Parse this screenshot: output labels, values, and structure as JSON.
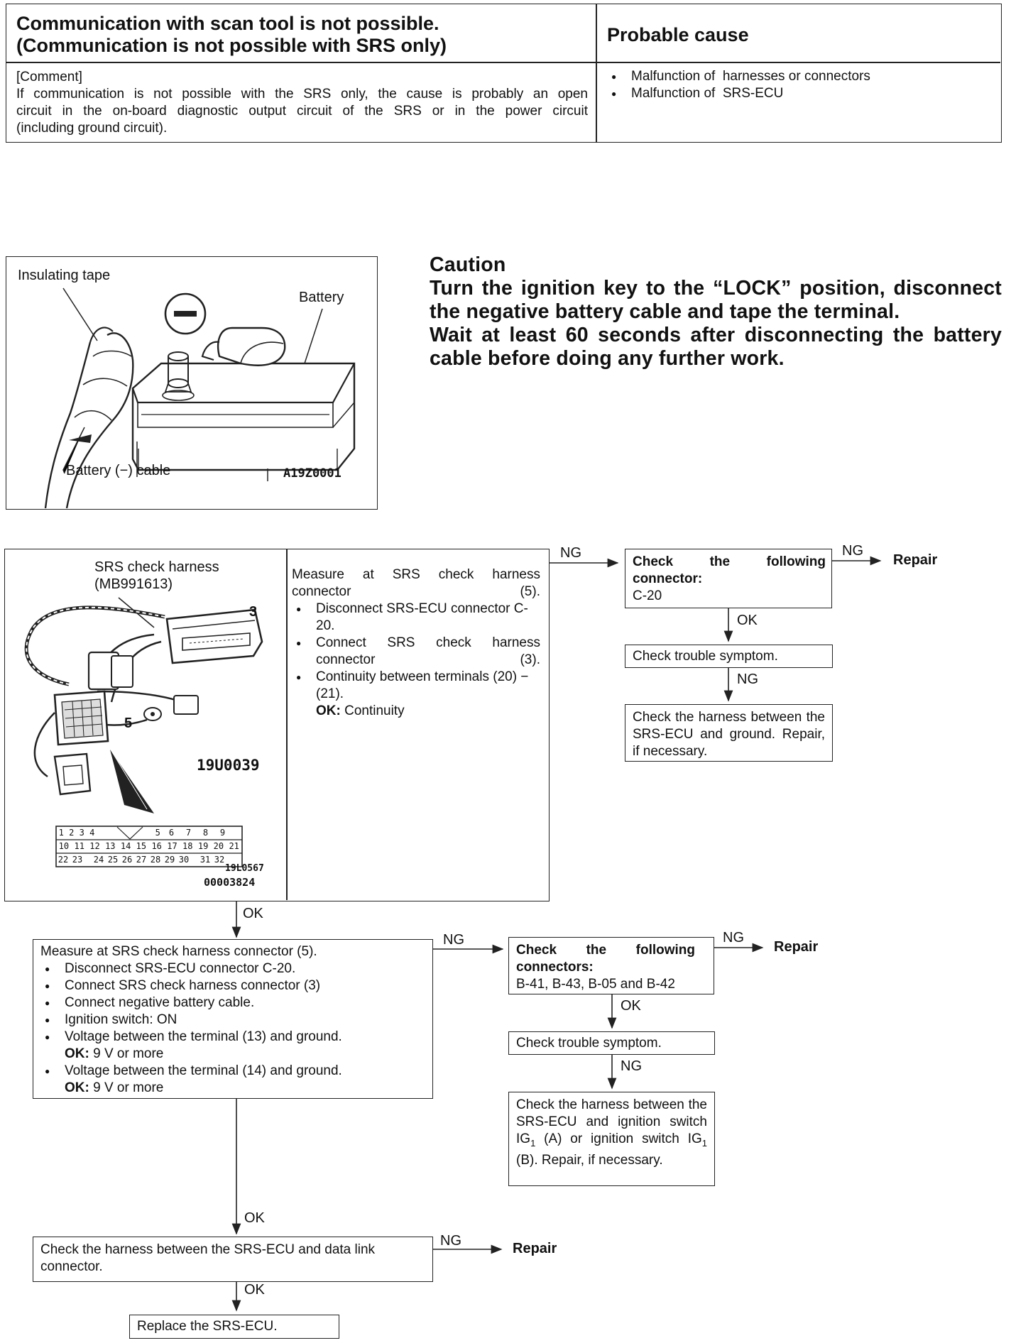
{
  "header_table": {
    "title_lines": [
      "Communication with scan tool is not possible.",
      "(Communication is not possible with SRS only)"
    ],
    "probable_cause_header": "Probable cause",
    "comment_label": "[Comment]",
    "comment_lines": [
      "If communication is not possible with the SRS only, the cause is probably an open",
      "circuit in the on-board diagnostic output circuit of the SRS or in the power circuit",
      "(including ground circuit)."
    ],
    "causes": [
      "Malfunction of  harnesses or connectors",
      "Malfunction of  SRS-ECU"
    ]
  },
  "battery_figure": {
    "insulating_tape": "Insulating tape",
    "battery": "Battery",
    "cable": "Battery (−) cable",
    "code": "A19Z0001"
  },
  "caution": {
    "title": "Caution",
    "lines": [
      "Turn the ignition key to the “LOCK” position, disconnect",
      "the negative battery cable and tape the terminal.",
      "Wait at least 60 seconds after disconnecting the battery",
      "cable before doing any further work."
    ]
  },
  "harness_figure": {
    "name": "SRS check harness",
    "part": "(MB991613)",
    "conn3": "3",
    "conn5": "5",
    "code1": "19U0039",
    "code2": "19L0567",
    "code3": "00003824",
    "pins_row1": [
      "1",
      "2",
      "3",
      "4",
      "",
      "5",
      "6",
      "7",
      "8",
      "9"
    ],
    "pins_row2": [
      "10",
      "11",
      "12",
      "13",
      "14",
      "15",
      "16",
      "17",
      "18",
      "19",
      "20",
      "21"
    ],
    "pins_row3": [
      "22",
      "23",
      "",
      "24",
      "25",
      "26",
      "27",
      "28",
      "29",
      "30",
      "",
      "31",
      "32"
    ]
  },
  "step1": {
    "intro": "Measure at SRS check harness connector (5).",
    "bullets": [
      "Disconnect SRS-ECU connector C-20.",
      "Connect SRS check harness connector (3).",
      "Continuity between terminals (20) − (21)."
    ],
    "ok_label": "OK:",
    "ok_value": "Continuity"
  },
  "branch1": {
    "ng1": "NG",
    "check_title": "Check the following connector:",
    "connector": "C-20",
    "ng2": "NG",
    "repair": "Repair",
    "ok": "OK",
    "symptom": "Check trouble symptom.",
    "ng3": "NG",
    "harness": "Check the harness between the SRS-ECU and ground. Repair, if necessary."
  },
  "ok_after_step1": "OK",
  "step2": {
    "intro": "Measure at SRS check harness connector (5).",
    "bullets": [
      "Disconnect SRS-ECU connector C-20.",
      "Connect SRS check harness connector (3)",
      "Connect negative battery cable.",
      "Ignition switch: ON",
      "Voltage between the terminal (13) and ground.",
      "Voltage between the terminal (14) and ground."
    ],
    "ok_label": "OK:",
    "ok_value": "9 V or more"
  },
  "branch2": {
    "ng1": "NG",
    "check_title": "Check the following connectors:",
    "connectors": "B-41, B-43, B-05 and B-42",
    "ng2": "NG",
    "repair": "Repair",
    "ok": "OK",
    "symptom": "Check trouble symptom.",
    "ng3": "NG",
    "harness_a": "Check the harness between the SRS-ECU and ignition switch IG",
    "sub1": "1",
    "harness_b": " (A) or ignition switch IG",
    "sub2": "1",
    "harness_c": " (B). Repair, if necessary."
  },
  "ok_after_step2": "OK",
  "step3": {
    "text": "Check the harness between the SRS-ECU and data link connector.",
    "ng": "NG",
    "repair": "Repair"
  },
  "ok_after_step3": "OK",
  "step4": "Replace the SRS-ECU."
}
